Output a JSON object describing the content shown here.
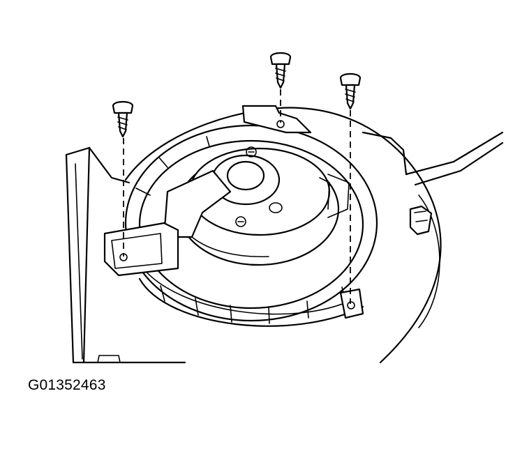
{
  "figure": {
    "code": "G01352463",
    "subject": "blower-motor-assembly",
    "screw_count": 3
  }
}
